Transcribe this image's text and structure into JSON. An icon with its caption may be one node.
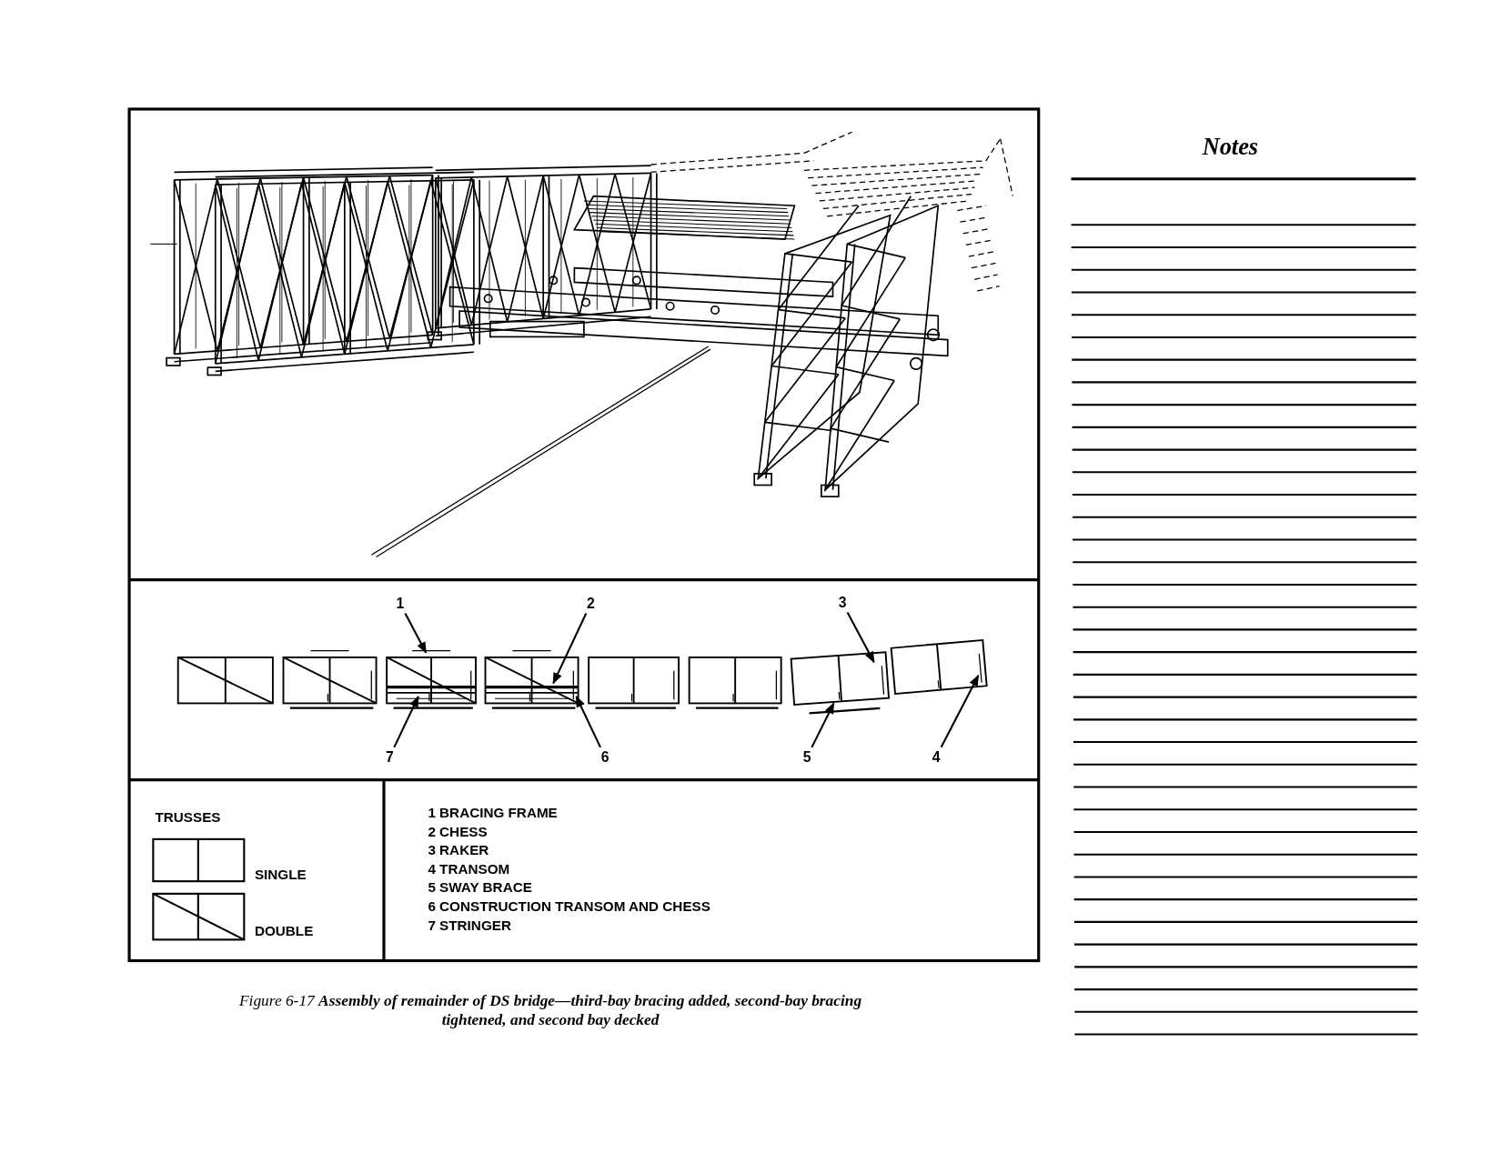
{
  "diagram": {
    "caption": "Figure 6-17 **Assembly of remainder of DS bridge—third-bay bracing added, second-bay bracing tightened, and second bay decked**",
    "nodes": [
      {
        "text": [
          "1"
        ]
      },
      {
        "text": [
          "2"
        ]
      },
      {
        "text": [
          "3"
        ]
      },
      {
        "text": [
          "7"
        ]
      },
      {
        "text": [
          "6"
        ]
      },
      {
        "text": [
          "5"
        ]
      },
      {
        "text": [
          "4"
        ]
      }
    ],
    "edges": [
      {
        "from": 0,
        "to": null,
        "arrow": "to"
      },
      {
        "from": 1,
        "to": null,
        "arrow": "to"
      },
      {
        "from": 2,
        "to": null,
        "arrow": "to"
      },
      {
        "from": 3,
        "to": null,
        "arrow": "to"
      },
      {
        "from": 4,
        "to": null,
        "arrow": "to"
      },
      {
        "from": 5,
        "to": null,
        "arrow": "to"
      },
      {
        "from": 6,
        "to": null,
        "arrow": "to"
      }
    ],
    "labels": [
      "Notes",
      "TRUSSES",
      "1 BRACING FRAME",
      "2 CHESS",
      "3 RAKER",
      "4 TRANSOM",
      "5 SWAY BRACE",
      "6 CONSTRUCTION TRANSOM AND CHESS",
      "7 STRINGER"
    ],
    "legend": [
      {
        "text": "SINGLE"
      },
      {
        "text": "DOUBLE"
      }
    ]
  }
}
